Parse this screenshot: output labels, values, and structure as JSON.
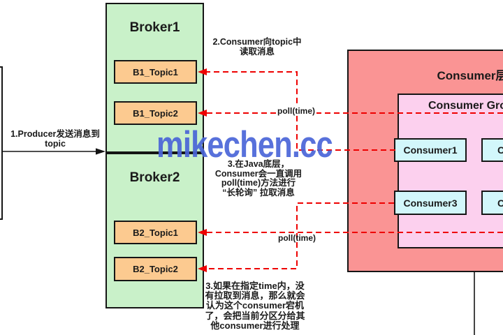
{
  "producer": {
    "arrow_label_line1": "1.Producer发送消息到",
    "arrow_label_line2": "topic"
  },
  "brokers": [
    {
      "title": "Broker1",
      "topics": [
        "B1_Topic1",
        "B1_Topic2"
      ]
    },
    {
      "title": "Broker2",
      "topics": [
        "B2_Topic1",
        "B2_Topic2"
      ]
    }
  ],
  "consumer_layer": {
    "title": "Consumer层",
    "group_title": "Consumer Gro",
    "consumers": [
      "Consumer1",
      "Co",
      "Consumer3",
      "Co"
    ]
  },
  "annotations": {
    "step2": [
      "2.Consumer向topic中",
      "读取消息"
    ],
    "step3a": [
      "3.在Java底层，",
      "Consumer会一直调用",
      "poll(time)方法进行",
      "“长轮询” 拉取消息"
    ],
    "step3b": [
      "3.如果在指定time内，没",
      "有拉取到消息，那么就会",
      "认为这个consumer宕机",
      "了，会把当前分区分给其",
      "他consumer进行处理"
    ],
    "poll_label": "poll(time)"
  },
  "watermark": {
    "text": "mikechen.cc"
  },
  "colors": {
    "broker_fill": "#c9f1c9",
    "topic_fill": "#fcca90",
    "consumer_layer_fill": "#fa9494",
    "consumer_group_fill": "#fcd0ee",
    "consumer_fill": "#d2f7fb",
    "dashed_arrow": "#ee0000",
    "watermark_blue": "#4a65d8"
  }
}
